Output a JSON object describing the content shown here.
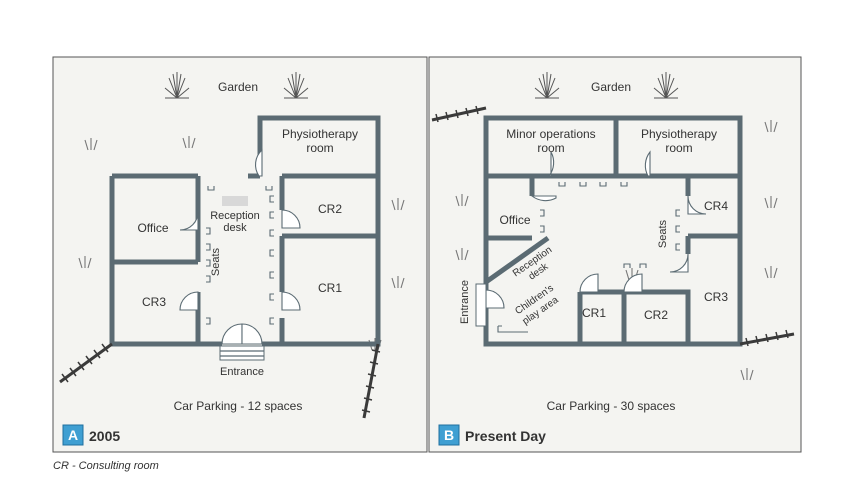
{
  "panels": [
    {
      "badge": "A",
      "title": "2005",
      "garden": "Garden",
      "parking": "Car Parking - 12 spaces",
      "rooms": {
        "physio_1": "Physiotherapy",
        "physio_2": "room",
        "office": "Office",
        "cr3": "CR3",
        "cr2": "CR2",
        "cr1": "CR1",
        "reception_1": "Reception",
        "reception_2": "desk",
        "seats": "Seats",
        "entrance": "Entrance"
      }
    },
    {
      "badge": "B",
      "title": "Present Day",
      "garden": "Garden",
      "parking": "Car Parking - 30 spaces",
      "rooms": {
        "minor_1": "Minor operations",
        "minor_2": "room",
        "physio_1": "Physiotherapy",
        "physio_2": "room",
        "office": "Office",
        "cr4": "CR4",
        "cr3": "CR3",
        "cr1": "CR1",
        "cr2": "CR2",
        "reception_1": "Reception",
        "reception_2": "desk",
        "play_1": "Children's",
        "play_2": "play area",
        "seats": "Seats",
        "entrance": "Entrance"
      }
    }
  ],
  "footnote": "CR - Consulting room",
  "colors": {
    "wall": "#5b6b73",
    "badge": "#3f9fd2",
    "panel_bg": "#f4f4f1"
  }
}
